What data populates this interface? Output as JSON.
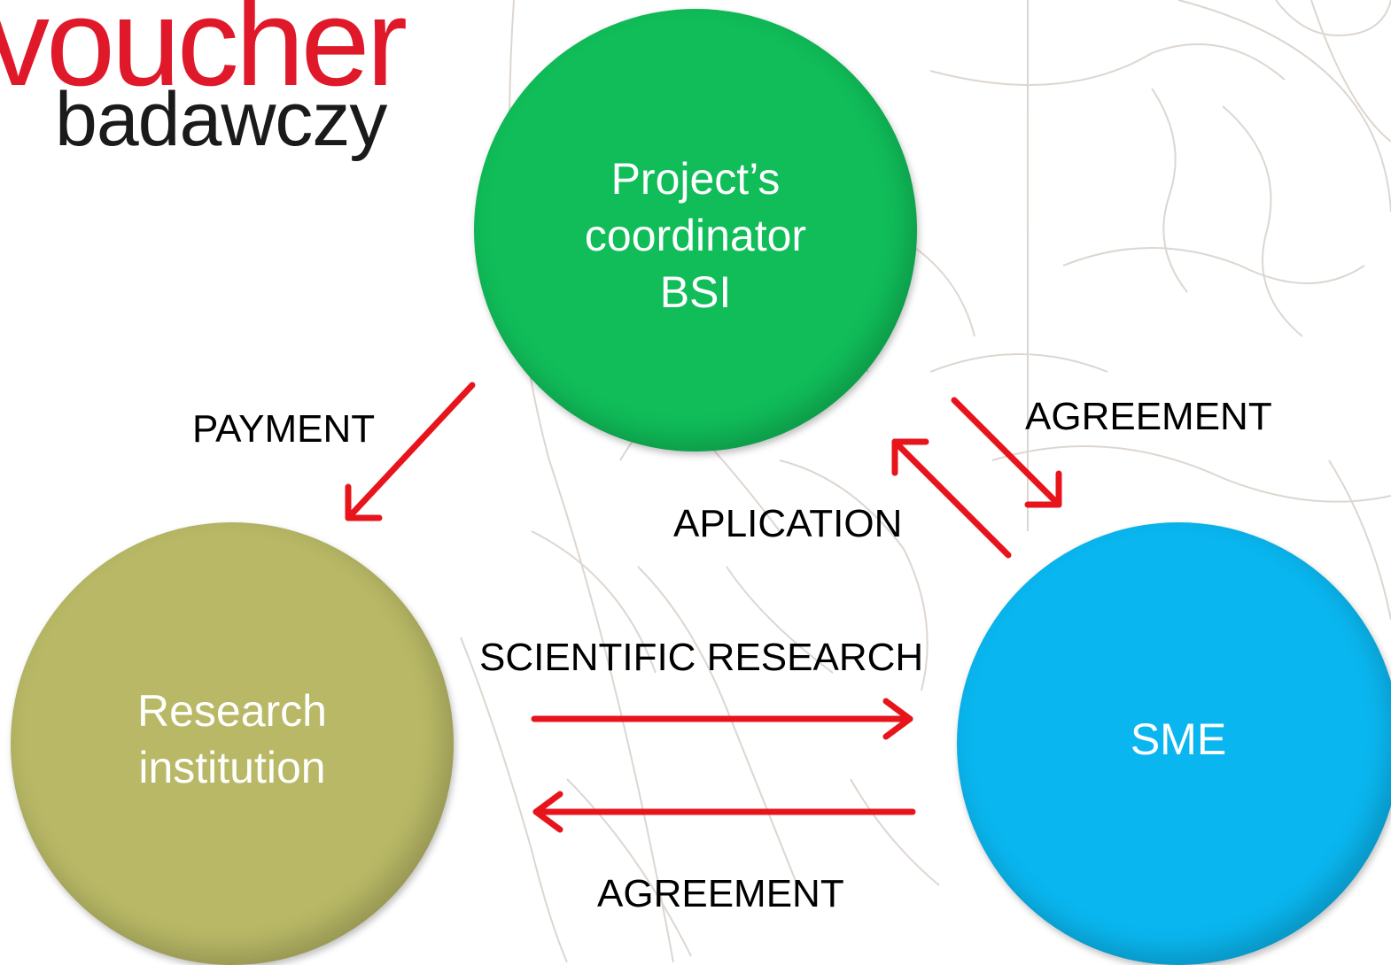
{
  "logo": {
    "main": "voucher",
    "sub": "badawczy"
  },
  "nodes": {
    "coordinator": {
      "lines": [
        "Project’s",
        "coordinator",
        "BSI"
      ],
      "color": "#10bd59"
    },
    "research": {
      "lines": [
        "Research",
        "institution"
      ],
      "color": "#b8b866"
    },
    "sme": {
      "lines": [
        "SME"
      ],
      "color": "#0ab6ef"
    }
  },
  "labels": {
    "payment": "PAYMENT",
    "agreement_top": "AGREEMENT",
    "aplication": "APLICATION",
    "scientific_research": "SCIENTIFIC RESEARCH",
    "agreement_bottom": "AGREEMENT"
  },
  "colors": {
    "arrow": "#e8141c",
    "logo_red": "#e0192a",
    "background_emblem": "#d8cfc8"
  }
}
